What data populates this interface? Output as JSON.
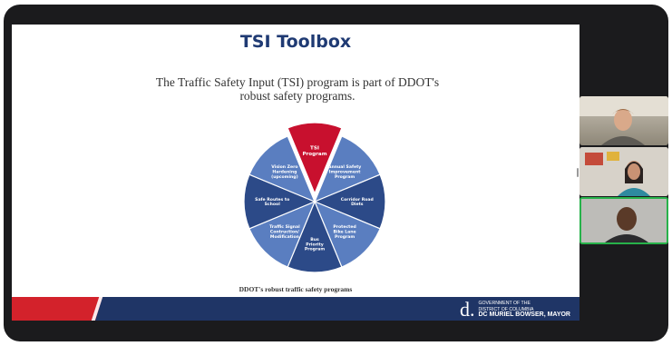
{
  "slide": {
    "title": "TSI Toolbox",
    "subtitle": "The Traffic Safety Input (TSI) program is part of DDOT's robust safety programs.",
    "caption": "DDOT's robust traffic safety programs",
    "footer": {
      "logo_letter": "d.",
      "logo_line1": "GOVERNMENT OF THE",
      "logo_line2": "DISTRICT OF COLUMBIA",
      "logo_line3": "DC MURIEL BOWSER, MAYOR"
    }
  },
  "pie": {
    "slices": [
      {
        "label": [
          "TSI",
          "Program"
        ],
        "color": "#c8102e",
        "exploded": true
      },
      {
        "label": [
          "Annual Safety",
          "Improvement",
          "Program"
        ],
        "color": "#5a7ec0"
      },
      {
        "label": [
          "Corridor Road",
          "Diets"
        ],
        "color": "#2c4a88"
      },
      {
        "label": [
          "Protected",
          "Bike Lane",
          "Program"
        ],
        "color": "#5a7ec0"
      },
      {
        "label": [
          "Bus",
          "Priority",
          "Program"
        ],
        "color": "#2c4a88"
      },
      {
        "label": [
          "Traffic Signal",
          "Contruction/",
          "Modification"
        ],
        "color": "#5a7ec0"
      },
      {
        "label": [
          "Safe Routes to",
          "School"
        ],
        "color": "#2c4a88"
      },
      {
        "label": [
          "Vision Zero",
          "Hardening",
          "(upcoming)"
        ],
        "color": "#5a7ec0"
      }
    ]
  },
  "participants": [
    {
      "name": "participant-1"
    },
    {
      "name": "participant-2"
    },
    {
      "name": "participant-3-active-speaker"
    }
  ]
}
